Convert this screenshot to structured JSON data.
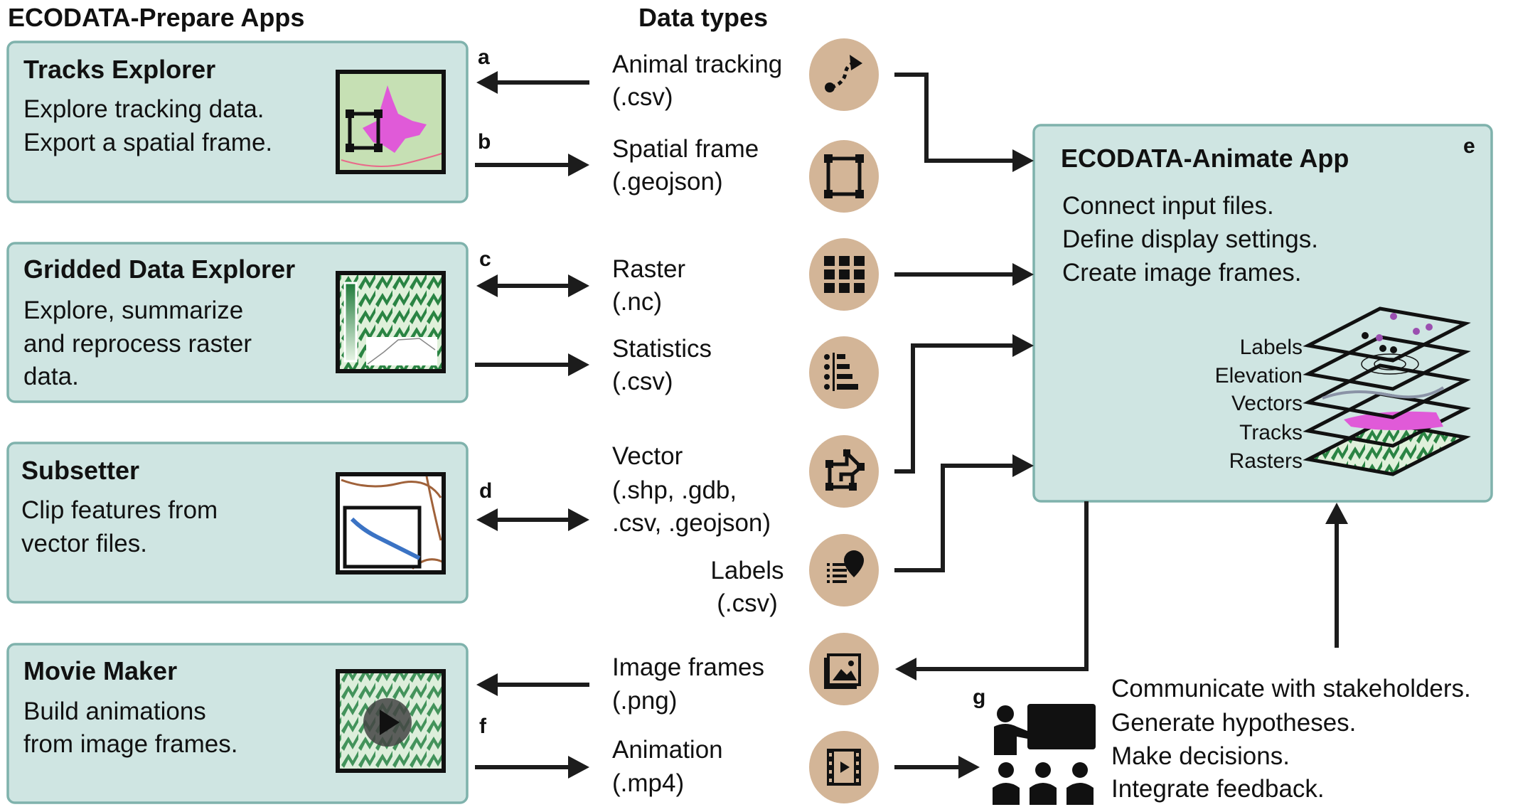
{
  "prepare_title": "ECODATA-Prepare Apps",
  "data_types_title": "Data types",
  "apps": [
    {
      "title": "Tracks Explorer",
      "lines": [
        "Explore tracking data.",
        "Export a spatial frame."
      ]
    },
    {
      "title": "Gridded Data Explorer",
      "lines": [
        "Explore, summarize",
        "and reprocess raster",
        "data."
      ]
    },
    {
      "title": "Subsetter",
      "lines": [
        "Clip features from",
        "vector files."
      ]
    },
    {
      "title": "Movie Maker",
      "lines": [
        "Build animations",
        "from image frames."
      ]
    }
  ],
  "panel_letters": {
    "a": "a",
    "b": "b",
    "c": "c",
    "d": "d",
    "e": "e",
    "f": "f",
    "g": "g"
  },
  "data_types": [
    {
      "icon": "animal-tracking-icon",
      "lines": [
        "Animal tracking",
        "(.csv)"
      ]
    },
    {
      "icon": "spatial-frame-icon",
      "lines": [
        "Spatial frame",
        "(.geojson)"
      ]
    },
    {
      "icon": "raster-grid-icon",
      "lines": [
        "Raster",
        "(.nc)"
      ]
    },
    {
      "icon": "statistics-icon",
      "lines": [
        "Statistics",
        "(.csv)"
      ]
    },
    {
      "icon": "vector-icon",
      "lines": [
        "Vector",
        "(.shp, .gdb,",
        ".csv, .geojson)"
      ]
    },
    {
      "icon": "labels-pin-icon",
      "lines": [
        "Labels",
        "(.csv)"
      ]
    },
    {
      "icon": "image-frames-icon",
      "lines": [
        "Image frames",
        "(.png)"
      ]
    },
    {
      "icon": "animation-film-icon",
      "lines": [
        "Animation",
        "(.mp4)"
      ]
    }
  ],
  "animate": {
    "title": "ECODATA-Animate App",
    "lines": [
      "Connect input files.",
      "Define display settings.",
      "Create image frames."
    ],
    "layers": [
      "Labels",
      "Elevation",
      "Vectors",
      "Tracks",
      "Rasters"
    ]
  },
  "outcomes": [
    "Communicate with stakeholders.",
    "Generate hypotheses.",
    "Make decisions.",
    "Integrate feedback."
  ],
  "colors": {
    "box_fill": "#cfe5e2",
    "box_border": "#7fb2ac",
    "icon_circle": "#d3b597",
    "tracks": "#e05ad8",
    "raster_green": "#1f7a3a"
  }
}
